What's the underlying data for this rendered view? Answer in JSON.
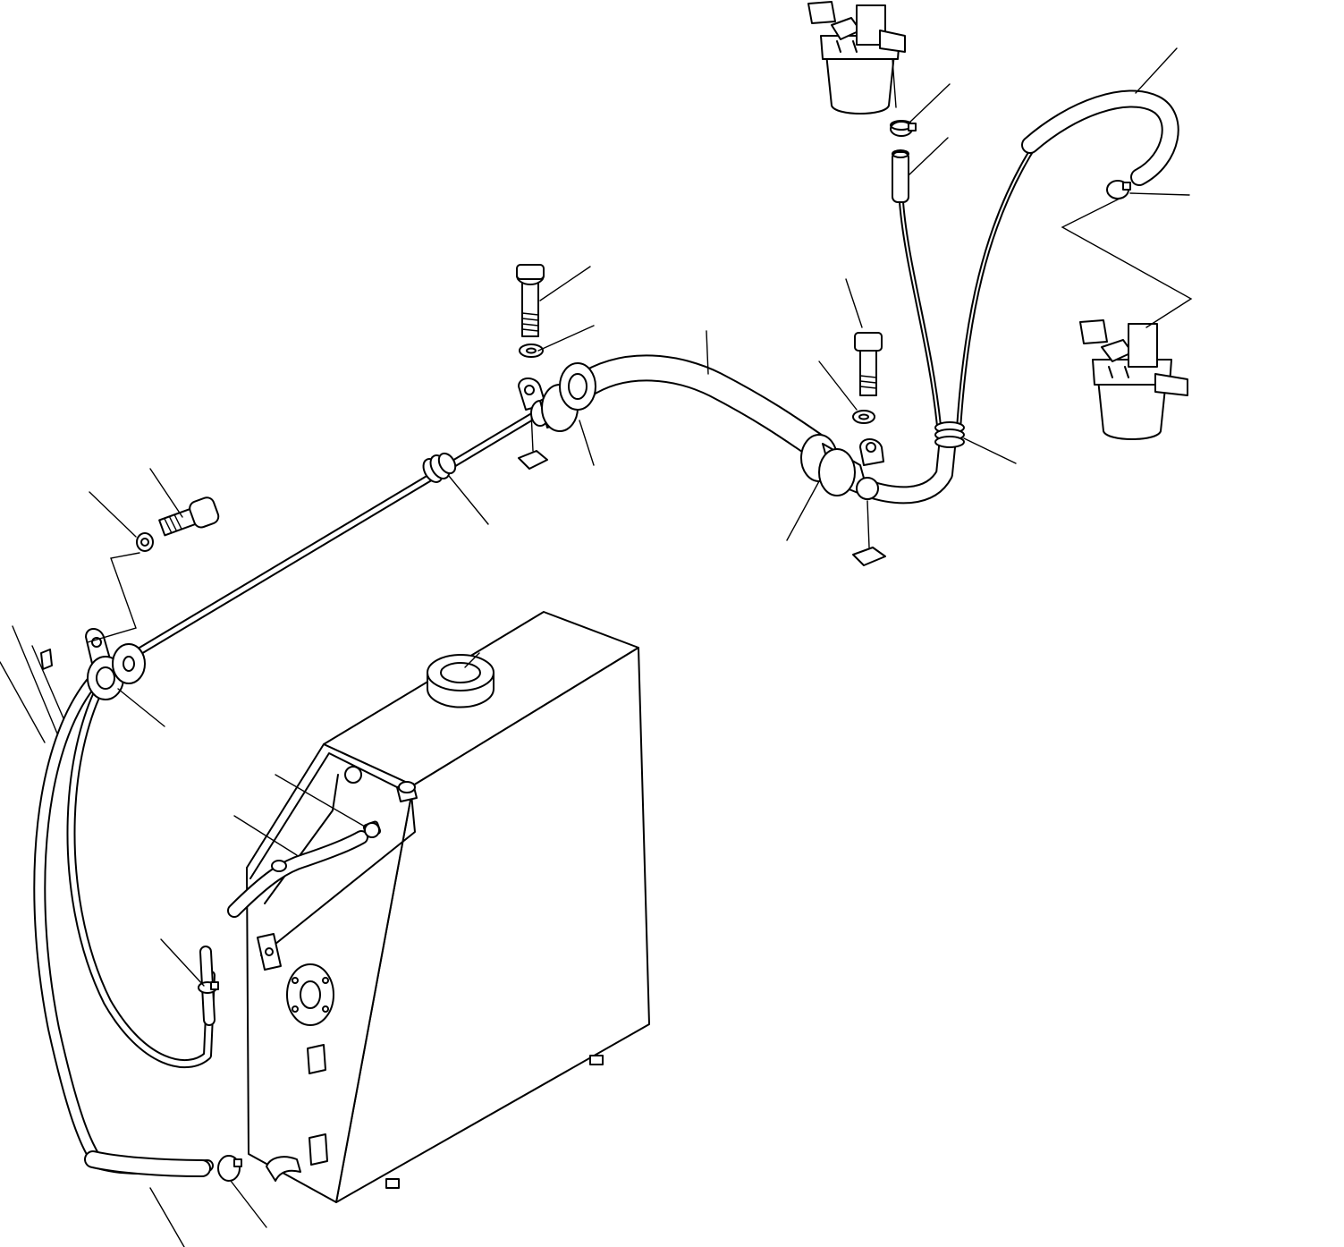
{
  "diagram": {
    "colors": {
      "line": "#000000",
      "background": "#ffffff"
    },
    "parts": [
      "fuel-tank",
      "filler-neck",
      "supply-hose",
      "return-hose",
      "fuel-pipe",
      "hose-clamp",
      "pipe-grommet",
      "mounting-clamp",
      "clamp-bolt",
      "washer",
      "mounting-nut-plate",
      "fuel-filter-upper",
      "fuel-filter-lower",
      "filter-connector-hose",
      "tank-fitting"
    ]
  }
}
